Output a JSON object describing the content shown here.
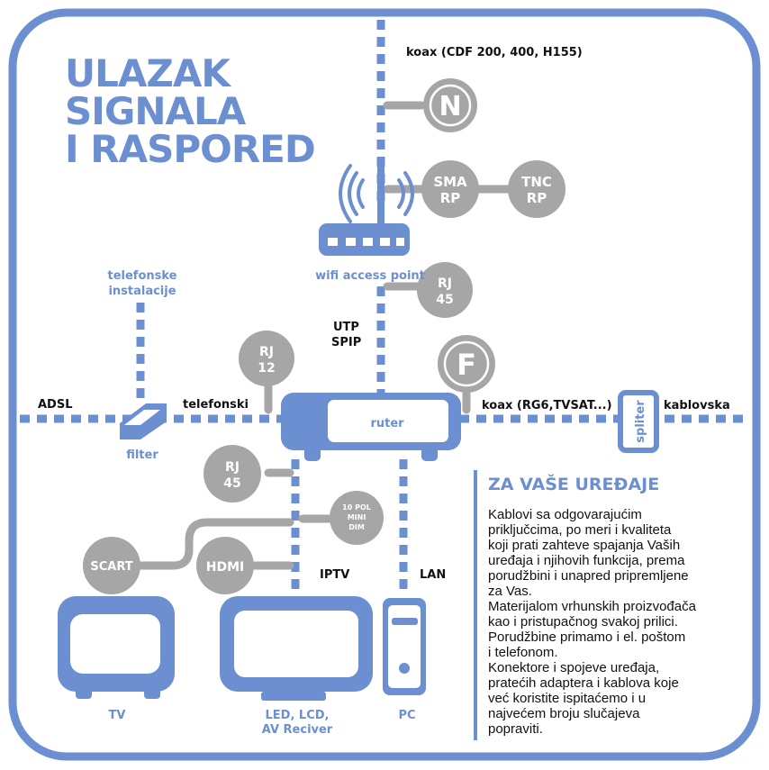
{
  "title": [
    "ULAZAK",
    "SIGNALA",
    "I RASPORED"
  ],
  "labels": {
    "coax_top": "koax (CDF 200, 400, H155)",
    "wifi_ap": "wifi access point",
    "telefonske": [
      "telefonske",
      "instalacije"
    ],
    "utp": [
      "UTP",
      "SPIP"
    ],
    "adsl": "ADSL",
    "telefonski": "telefonski",
    "filter": "filter",
    "ruter": "ruter",
    "coax_right": "koax (RG6,TVSAT...)",
    "kablovska": "kablovska",
    "spliter": "spliter",
    "iptv": "IPTV",
    "lan": "LAN",
    "tv": "TV",
    "led": [
      "LED, LCD,",
      "AV Reciver"
    ],
    "pc": "PC"
  },
  "connectors": {
    "n": "N",
    "sma": [
      "SMA",
      "RP"
    ],
    "tnc": [
      "TNC",
      "RP"
    ],
    "rj45_top": [
      "RJ",
      "45"
    ],
    "rj12": [
      "RJ",
      "12"
    ],
    "f": "F",
    "rj45_bottom": [
      "RJ",
      "45"
    ],
    "mini_din": [
      "10 POL",
      "MINI",
      "DIM"
    ],
    "scart": "SCART",
    "hdmi": "HDMI"
  },
  "info": {
    "heading": "ZA VAŠE UREĐAJE",
    "lines": [
      "Kablovi sa odgovarajućim",
      "priključcima, po meri i kvaliteta",
      "koji prati zahteve spajanja Vaših",
      "uređaja i njihovih funkcija, prema",
      "porudžbini i unapred pripremljene",
      "za Vas.",
      "Materijalom vrhunskih proizvođača",
      "kao i pristupačnog svakoj prilici.",
      "Porudžbine primamo i el. poštom",
      "i telefonom.",
      "Konektore i spojeve uređaja,",
      "pratećih adaptera i kablova koje",
      "već koristite ispitaćemo i u",
      "najvećem broju slučajeva",
      "popraviti."
    ]
  },
  "colors": {
    "primary": "#6b8fd0",
    "connector_gray": "#a6a6a6",
    "text": "#111111"
  }
}
